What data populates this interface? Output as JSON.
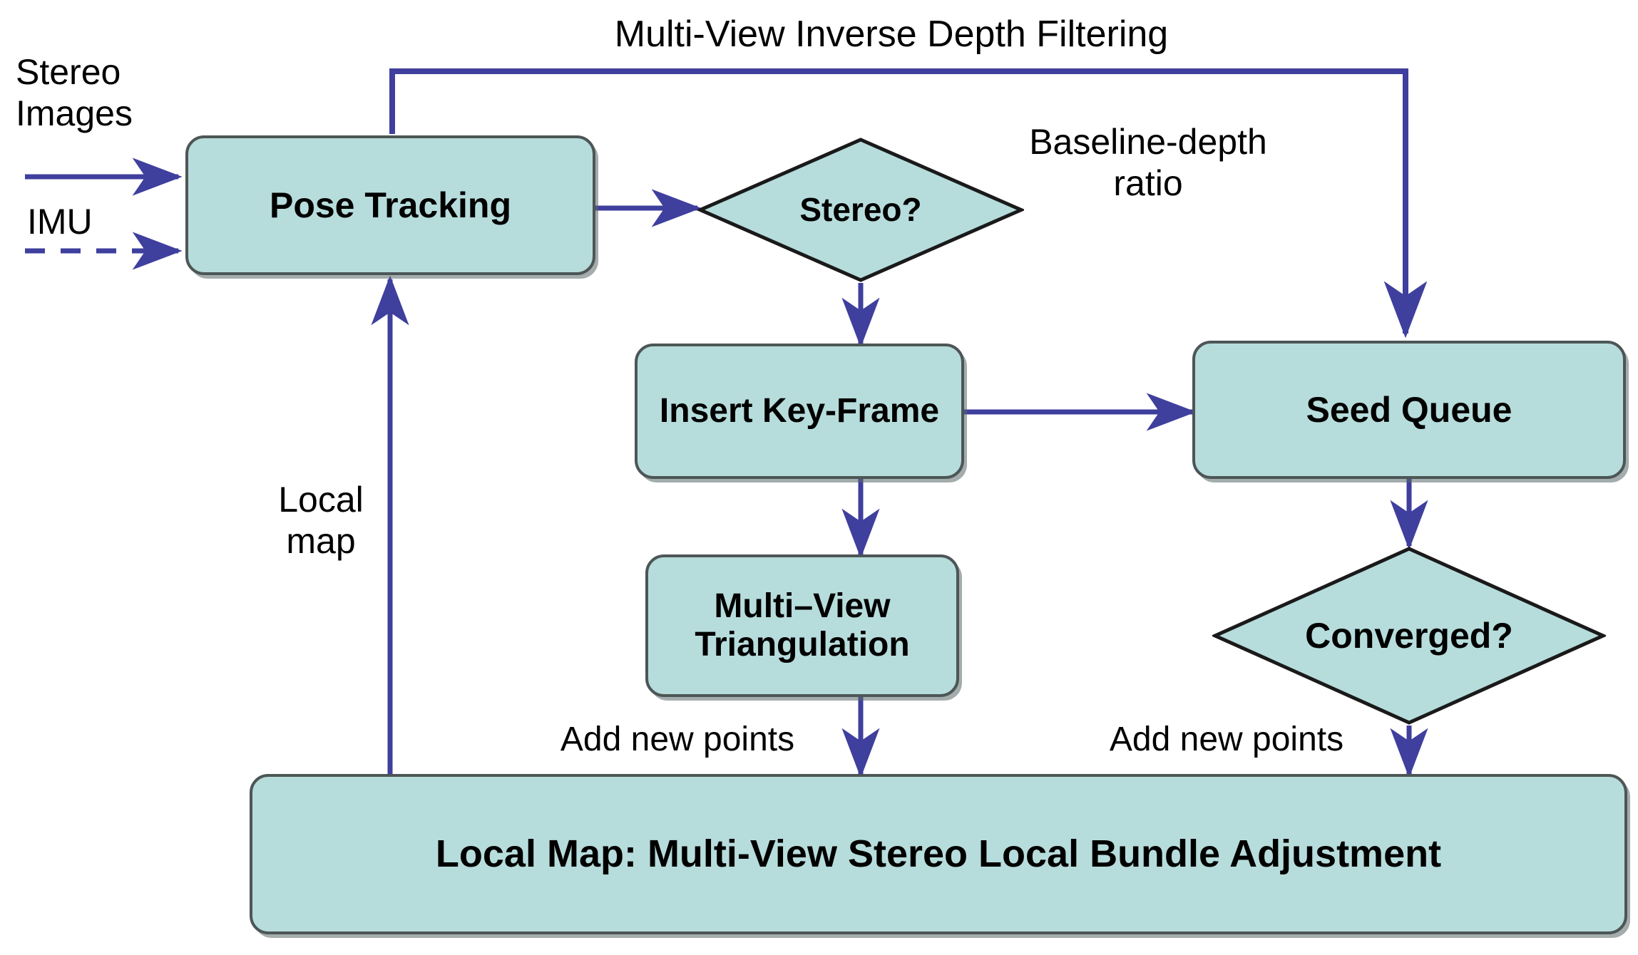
{
  "diagram": {
    "title": "Multi-View Inverse Depth Filtering",
    "background_color": "#ffffff",
    "node_fill_color": "#b7dcdc",
    "node_border_color": "#4d5656",
    "arrow_color": "#3f3f9e",
    "text_color": "#000000"
  },
  "nodes": {
    "pose_tracking": {
      "label": "Pose Tracking",
      "shape": "rounded-rect"
    },
    "stereo_decision": {
      "label": "Stereo?",
      "shape": "diamond"
    },
    "insert_key_frame": {
      "label": "Insert Key-Frame",
      "shape": "rounded-rect"
    },
    "seed_queue": {
      "label": "Seed Queue",
      "shape": "rounded-rect"
    },
    "multi_view_triangulation": {
      "label": "Multi–View\nTriangulation",
      "shape": "rounded-rect"
    },
    "converged_decision": {
      "label": "Converged?",
      "shape": "diamond"
    },
    "local_map": {
      "label": "Local Map: Multi-View Stereo Local Bundle Adjustment",
      "shape": "rounded-rect"
    }
  },
  "labels": {
    "stereo_images": "Stereo\nImages",
    "imu": "IMU",
    "multi_view_inverse_depth_filtering": "Multi-View Inverse Depth Filtering",
    "baseline_depth_ratio": "Baseline-depth\nratio",
    "local_map_feedback": "Local\nmap",
    "add_new_points_left": "Add new points",
    "add_new_points_right": "Add new points"
  },
  "edges": [
    {
      "from": "stereo_images",
      "to": "pose_tracking",
      "style": "solid",
      "arrow": true
    },
    {
      "from": "imu",
      "to": "pose_tracking",
      "style": "dashed",
      "arrow": true
    },
    {
      "from": "pose_tracking",
      "to": "stereo_decision",
      "style": "solid",
      "arrow": true
    },
    {
      "from": "pose_tracking",
      "to": "seed_queue",
      "style": "solid",
      "arrow": true,
      "label": "Multi-View Inverse Depth Filtering"
    },
    {
      "from": "stereo_decision",
      "to": "insert_key_frame",
      "style": "solid",
      "arrow": true
    },
    {
      "from": "insert_key_frame",
      "to": "seed_queue",
      "style": "solid",
      "arrow": true
    },
    {
      "from": "insert_key_frame",
      "to": "multi_view_triangulation",
      "style": "solid",
      "arrow": true
    },
    {
      "from": "seed_queue",
      "to": "converged_decision",
      "style": "solid",
      "arrow": true
    },
    {
      "from": "multi_view_triangulation",
      "to": "local_map",
      "style": "solid",
      "arrow": true,
      "label": "Add new points"
    },
    {
      "from": "converged_decision",
      "to": "local_map",
      "style": "solid",
      "arrow": true,
      "label": "Add new points"
    },
    {
      "from": "local_map",
      "to": "pose_tracking",
      "style": "solid",
      "arrow": true,
      "label": "Local map"
    }
  ]
}
